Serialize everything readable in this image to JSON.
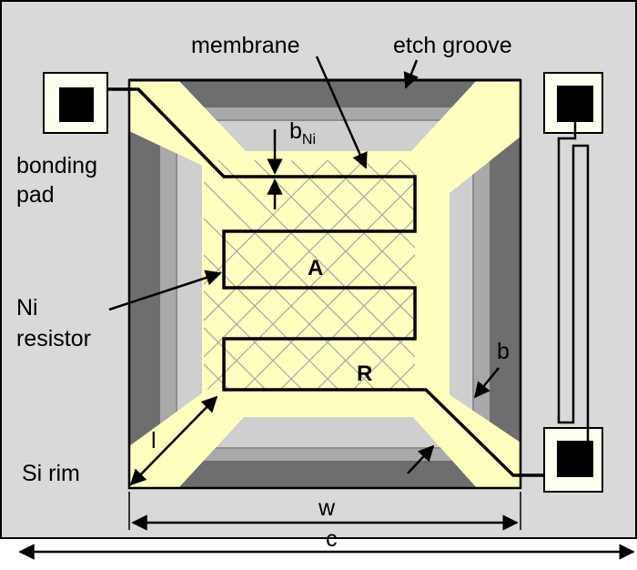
{
  "labels": {
    "membrane": "membrane",
    "etch_groove": "etch groove",
    "b_main": "b",
    "b_sub": "Ni",
    "bonding_line1": "bonding",
    "bonding_line2": "pad",
    "ni_line1": "Ni",
    "ni_line2": "resistor",
    "si_rim": "Si rim",
    "area": "A",
    "resistor": "R",
    "b": "b",
    "l": "l",
    "w": "w",
    "c": "c"
  },
  "colors": {
    "substrate": "#d9d9d9",
    "groove_outer": "#6e6e6e",
    "groove_inner": "#a9a9a9",
    "membrane": "#d6d6d6",
    "heater_yellow": "#ffffc0",
    "pad_cream": "#fffff0",
    "line": "#000000",
    "grid": "#a8a8a8"
  }
}
